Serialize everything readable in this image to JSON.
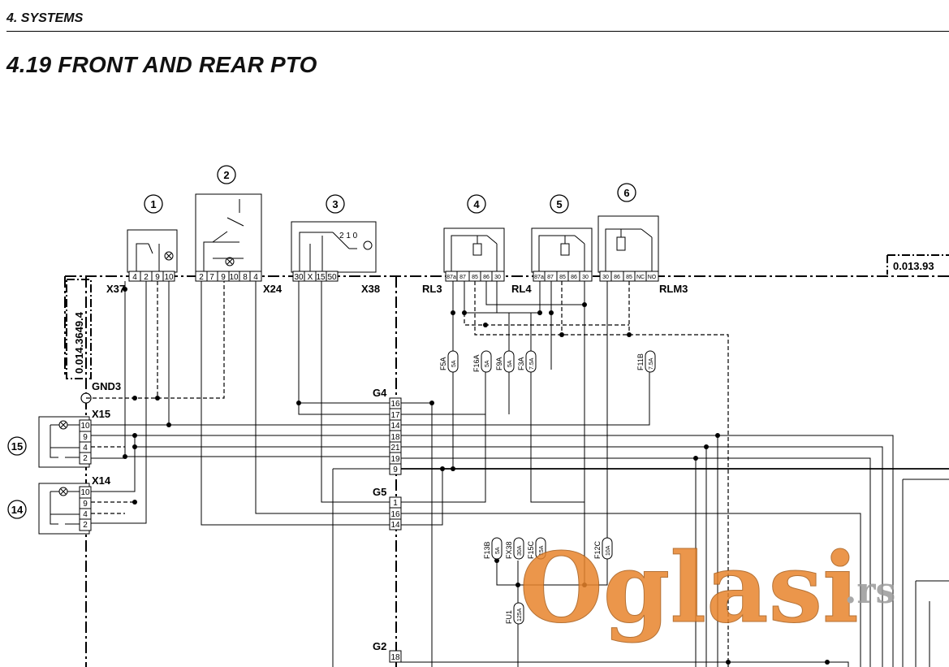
{
  "header": {
    "section": "4. SYSTEMS"
  },
  "page_title": "4.19 FRONT AND REAR PTO",
  "callouts": [
    "1",
    "2",
    "3",
    "4",
    "5",
    "6",
    "15",
    "14"
  ],
  "refs": {
    "left_vertical": "0.014.3649.4",
    "right_top": "0.013.93"
  },
  "connectors": {
    "x37": {
      "name": "X37",
      "pins": [
        "4",
        "2",
        "9",
        "10"
      ]
    },
    "x24": {
      "name": "X24",
      "pins": [
        "2",
        "7",
        "9",
        "10",
        "8",
        "4"
      ]
    },
    "x38": {
      "name": "X38",
      "pins": [
        "30",
        "X",
        "15",
        "50"
      ]
    },
    "rl3": {
      "name": "RL3",
      "pins": [
        "87a",
        "87",
        "85",
        "86",
        "30"
      ]
    },
    "rl4": {
      "name": "RL4",
      "pins": [
        "87a",
        "87",
        "85",
        "86",
        "30"
      ]
    },
    "rlm3": {
      "name": "RLM3",
      "pins": [
        "30",
        "86",
        "85",
        "NC",
        "NO"
      ]
    },
    "gnd3": "GND3",
    "x15": {
      "name": "X15",
      "pins": [
        "10",
        "9",
        "4",
        "2"
      ]
    },
    "x14": {
      "name": "X14",
      "pins": [
        "10",
        "9",
        "4",
        "2"
      ]
    },
    "g4": {
      "name": "G4",
      "pins": [
        "16",
        "17",
        "14",
        "18",
        "21",
        "19",
        "9"
      ]
    },
    "g5": {
      "name": "G5",
      "pins": [
        "1",
        "16",
        "14"
      ]
    },
    "g2": {
      "name": "G2",
      "pins": [
        "18"
      ]
    }
  },
  "switch_labels": "2 1 0",
  "fuses": {
    "f5a": {
      "name": "F5A",
      "rating": "5A"
    },
    "f16a": {
      "name": "F16A",
      "rating": "5A"
    },
    "f9a": {
      "name": "F9A",
      "rating": "5A"
    },
    "f3a": {
      "name": "F3A",
      "rating": "7.5A"
    },
    "f11b": {
      "name": "F11B",
      "rating": "7.5A"
    },
    "f13b": {
      "name": "F13B",
      "rating": "5A"
    },
    "fx38": {
      "name": "FX38",
      "rating": "30A"
    },
    "f15c": {
      "name": "F15C",
      "rating": "15A"
    },
    "f12c": {
      "name": "F12C",
      "rating": "10A"
    },
    "fu1": {
      "name": "FU1",
      "rating": "125A"
    }
  },
  "watermark": {
    "text": "Oglasi",
    "suffix": ".rs",
    "color": "#e8842c"
  }
}
